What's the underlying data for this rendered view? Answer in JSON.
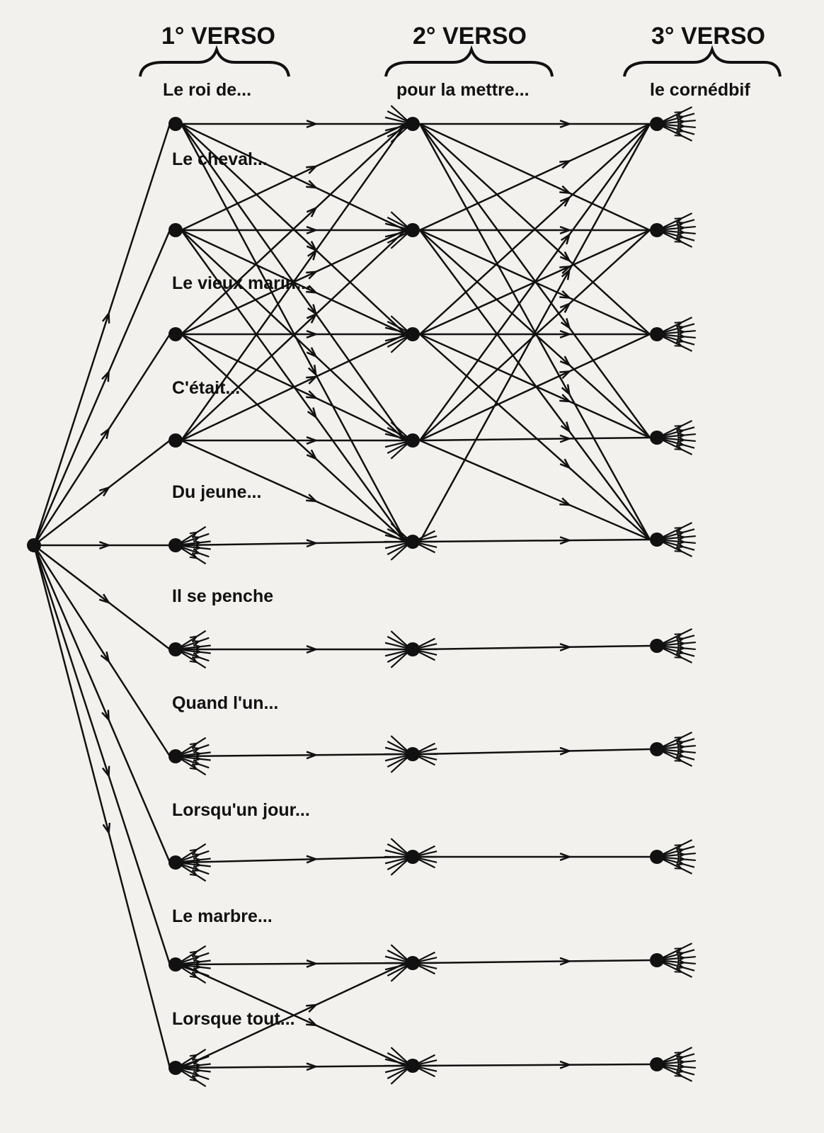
{
  "headers": [
    "1° VERSO",
    "2° VERSO",
    "3° VERSO"
  ],
  "top_labels": [
    "Le roi de...",
    "pour la mettre...",
    "le cornédbif"
  ],
  "row_labels": [
    "Le cheval...",
    "Le vieux marin...",
    "C'était...",
    "Du jeune...",
    "Il se penche",
    "Quand l'un...",
    "Lorsqu'un jour...",
    "Le marbre...",
    "Lorsque tout..."
  ],
  "colors": {
    "ink": "#111111",
    "paper": "#f2f1ee"
  },
  "graph": {
    "rows": 10,
    "root_to_col1": "all",
    "col1_to_col2": [
      [
        0,
        0
      ],
      [
        0,
        1
      ],
      [
        0,
        2
      ],
      [
        0,
        3
      ],
      [
        0,
        4
      ],
      [
        1,
        0
      ],
      [
        1,
        1
      ],
      [
        1,
        2
      ],
      [
        1,
        3
      ],
      [
        1,
        4
      ],
      [
        2,
        0
      ],
      [
        2,
        1
      ],
      [
        2,
        2
      ],
      [
        2,
        3
      ],
      [
        2,
        4
      ],
      [
        3,
        0
      ],
      [
        3,
        1
      ],
      [
        3,
        2
      ],
      [
        3,
        3
      ],
      [
        3,
        4
      ],
      [
        4,
        4
      ],
      [
        5,
        5
      ],
      [
        6,
        6
      ],
      [
        7,
        7
      ],
      [
        8,
        8
      ],
      [
        8,
        9
      ],
      [
        9,
        8
      ],
      [
        9,
        9
      ]
    ],
    "col2_to_col3": [
      [
        0,
        0
      ],
      [
        0,
        1
      ],
      [
        0,
        2
      ],
      [
        0,
        3
      ],
      [
        0,
        4
      ],
      [
        1,
        0
      ],
      [
        1,
        1
      ],
      [
        1,
        2
      ],
      [
        1,
        3
      ],
      [
        1,
        4
      ],
      [
        2,
        0
      ],
      [
        2,
        1
      ],
      [
        2,
        2
      ],
      [
        2,
        3
      ],
      [
        2,
        4
      ],
      [
        3,
        0
      ],
      [
        3,
        1
      ],
      [
        3,
        2
      ],
      [
        3,
        3
      ],
      [
        3,
        4
      ],
      [
        4,
        0
      ],
      [
        4,
        4
      ],
      [
        5,
        5
      ],
      [
        6,
        6
      ],
      [
        7,
        7
      ],
      [
        8,
        8
      ],
      [
        9,
        9
      ]
    ]
  }
}
